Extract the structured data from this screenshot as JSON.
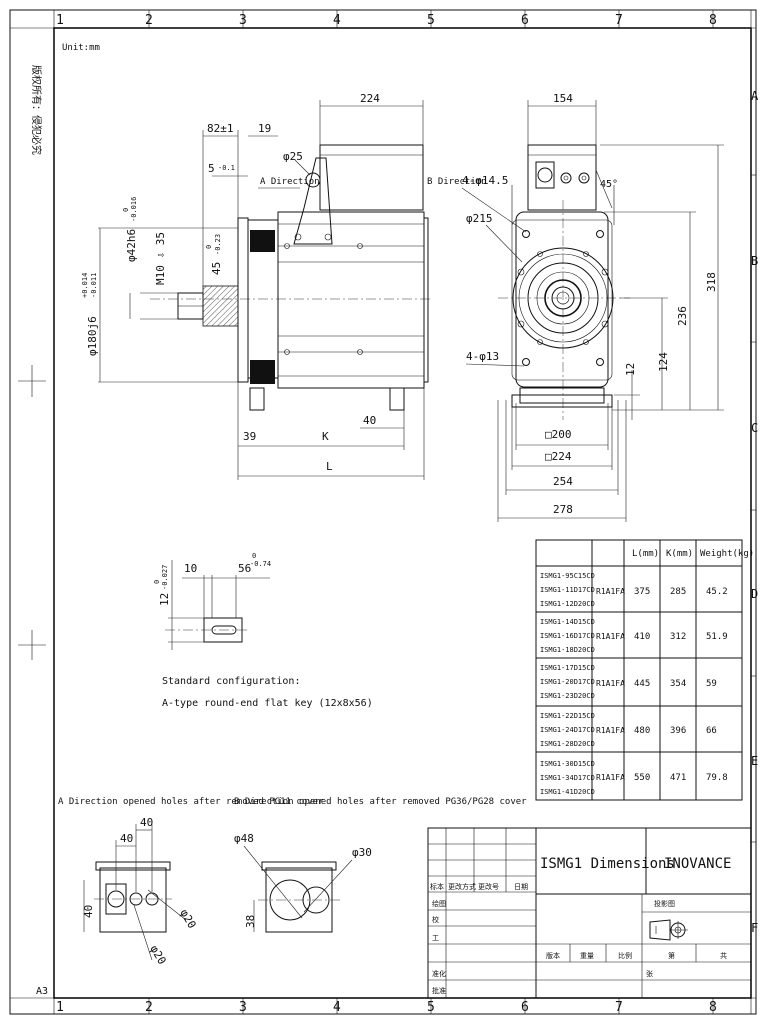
{
  "border": {
    "columns": [
      "1",
      "2",
      "3",
      "4",
      "5",
      "6",
      "7",
      "8"
    ],
    "rows": [
      "A",
      "B",
      "C",
      "D",
      "E",
      "F"
    ],
    "sheet_size": "A3",
    "side_note": "版权所有：侵犯必究"
  },
  "unit": "Unit:mm",
  "side_view": {
    "dims": {
      "top_width": "224",
      "flange_thk": "82±1",
      "d19": "19",
      "d5": "5",
      "d5_tol": "-0.1",
      "d25": "φ25",
      "a_dir": "A Direction",
      "shaft_dia": "φ42h6",
      "shaft_tol": "-0.016",
      "shaft_tol0": "0",
      "m10": "M10 ⇩ 35",
      "key45": "45",
      "key45_tol": "-0.23",
      "key45_tol0": "0",
      "flange_dia": "φ180j6",
      "flange_tol_up": "+0.014",
      "flange_tol_dn": "-0.011",
      "d40": "40",
      "d39": "39",
      "dK": "K",
      "dL": "L"
    }
  },
  "front_view": {
    "dims": {
      "top": "154",
      "b_dir": "B Direction",
      "holes": "4-φ14.5",
      "angle": "45°",
      "pcd": "φ215",
      "h318": "318",
      "h236": "236",
      "h124": "124",
      "h12": "12",
      "holes2": "4-φ13",
      "w200": "□200",
      "w224": "□224",
      "w254": "254",
      "w278": "278"
    }
  },
  "key_detail": {
    "d10": "10",
    "d56": "56",
    "d56_tol": "-0.74",
    "d56_tol0": "0",
    "d12": "12",
    "d12_tol": "-0.027",
    "d12_tol0": "0",
    "note1": "Standard configuration:",
    "note2": "A-type round-end flat key (12x8x56)"
  },
  "spec_table": {
    "headers": [
      "",
      "",
      "L(mm)",
      "K(mm)",
      "Weight(kg)"
    ],
    "rows": [
      {
        "models": [
          "ISMG1-95C15CD",
          "ISMG1-11D17CD",
          "ISMG1-12D20CD"
        ],
        "code": "R1A1FA",
        "L": "375",
        "K": "285",
        "weight": "45.2"
      },
      {
        "models": [
          "ISMG1-14D15CD",
          "ISMG1-16D17CD",
          "ISMG1-18D20CD"
        ],
        "code": "R1A1FA",
        "L": "410",
        "K": "312",
        "weight": "51.9"
      },
      {
        "models": [
          "ISMG1-17D15CD",
          "ISMG1-20D17CD",
          "ISMG1-23D20CD"
        ],
        "code": "R1A1FA",
        "L": "445",
        "K": "354",
        "weight": "59"
      },
      {
        "models": [
          "ISMG1-22D15CD",
          "ISMG1-24D17CD",
          "ISMG1-28D20CD"
        ],
        "code": "R1A1FA",
        "L": "480",
        "K": "396",
        "weight": "66"
      },
      {
        "models": [
          "ISMG1-30D15CD",
          "ISMG1-34D17CD",
          "ISMG1-41D20CD"
        ],
        "code": "R1A1FA",
        "L": "550",
        "K": "471",
        "weight": "79.8"
      }
    ]
  },
  "detail_a": {
    "caption": "A Direction opened holes after removed PG11 cover",
    "d40a": "40",
    "d40b": "40",
    "d40v": "40",
    "d20a": "φ20",
    "d20b": "φ20"
  },
  "detail_b": {
    "caption": "B Direction opened holes after removed PG36/PG28 cover",
    "d48": "φ48",
    "d30": "φ30",
    "d38": "38"
  },
  "title_block": {
    "title": "ISMG1 Dimensions",
    "company": "INOVANCE",
    "rev_headers": [
      "标本",
      "更改方式",
      "更改号",
      "日期"
    ],
    "left_labels": [
      "绘图",
      "校",
      "工",
      "准化",
      "批准"
    ],
    "scale_label": "比例",
    "projection_label": "投影图",
    "bottom_labels": [
      "版本",
      "重量",
      "比例",
      "第",
      "共"
    ],
    "sheet_label": "张"
  }
}
